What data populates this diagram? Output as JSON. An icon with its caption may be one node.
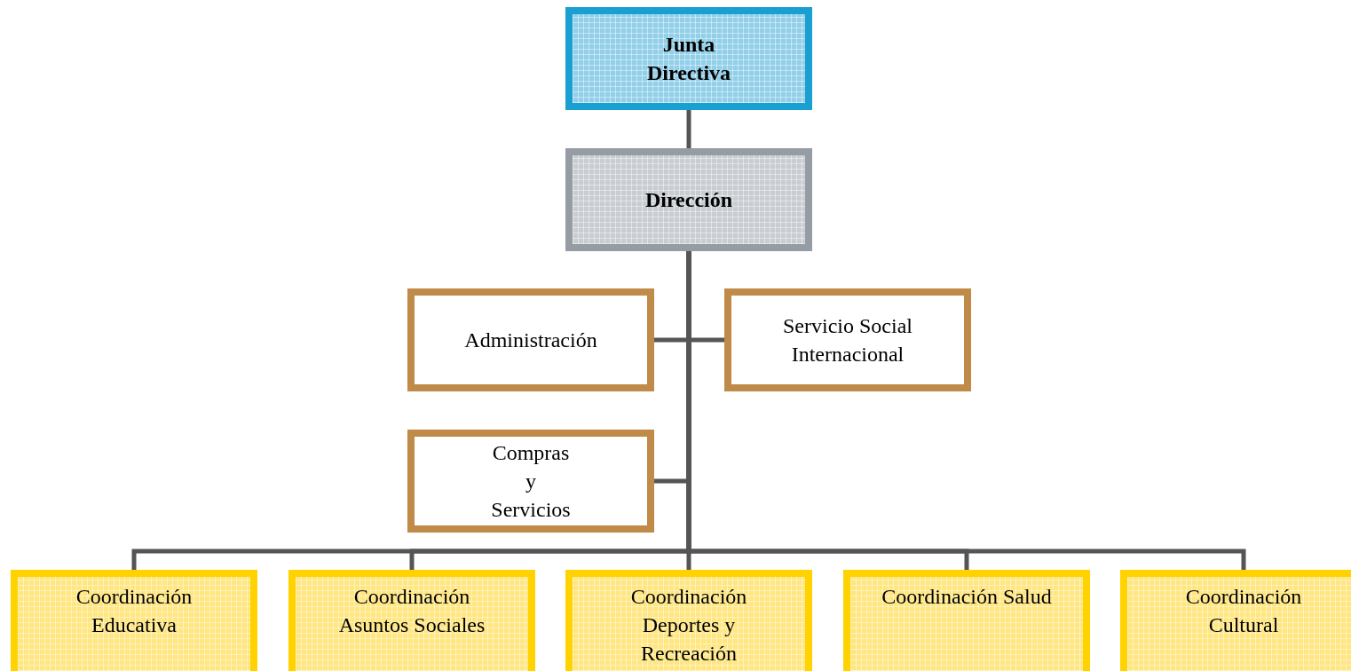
{
  "diagram": {
    "nodes": [
      {
        "text": [
          "Junta Directiva"
        ]
      },
      {
        "text": [
          "Dirección"
        ]
      },
      {
        "text": [
          "Administración"
        ]
      },
      {
        "text": [
          "Servicio Social Internacional"
        ]
      },
      {
        "text": [
          "Compras y Servicios"
        ]
      },
      {
        "text": [
          "Coordinación Educativa"
        ]
      },
      {
        "text": [
          "Coordinación Asuntos Sociales"
        ]
      },
      {
        "text": [
          "Coordinación Deportes y Recreación"
        ]
      },
      {
        "text": [
          "Coordinación Salud"
        ]
      },
      {
        "text": [
          "Coordinación Cultural"
        ]
      }
    ],
    "edges": [
      {
        "from": 0,
        "to": 1,
        "arrow": "none"
      },
      {
        "from": 1,
        "to": 2,
        "arrow": "none"
      },
      {
        "from": 1,
        "to": 3,
        "arrow": "none"
      },
      {
        "from": 1,
        "to": 4,
        "arrow": "none"
      },
      {
        "from": 1,
        "to": 5,
        "arrow": "none"
      },
      {
        "from": 1,
        "to": 6,
        "arrow": "none"
      },
      {
        "from": 1,
        "to": 7,
        "arrow": "none"
      },
      {
        "from": 1,
        "to": 8,
        "arrow": "none"
      },
      {
        "from": 1,
        "to": 9,
        "arrow": "none"
      }
    ]
  }
}
